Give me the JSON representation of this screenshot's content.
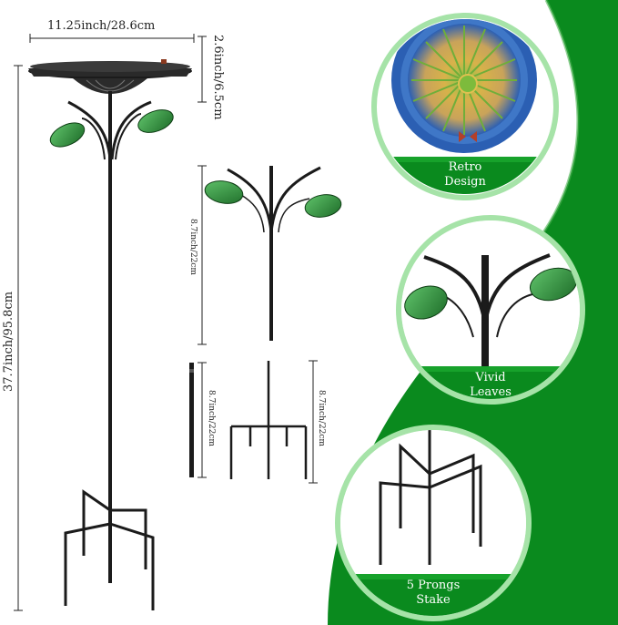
{
  "dimensions": {
    "bowl_width": "11.25inch/28.6cm",
    "bowl_depth": "2.6inch/6.5cm",
    "total_height": "37.7inch/95.8cm",
    "leaf_section": "8.7inch/22cm",
    "pole_section": "8.7inch/22cm",
    "stake_section": "8.7inch/22cm"
  },
  "features": [
    {
      "line1": "Retro",
      "line2": "Design"
    },
    {
      "line1": "Vivid",
      "line2": "Leaves"
    },
    {
      "line1": "5 Prongs",
      "line2": "Stake"
    }
  ],
  "colors": {
    "brand_green": "#0a8a1e",
    "light_green": "#a6e3a8",
    "bowl_blue": "#2b5fb3",
    "leaf_green": "#3c9a46",
    "metal": "#1b1b1b"
  }
}
